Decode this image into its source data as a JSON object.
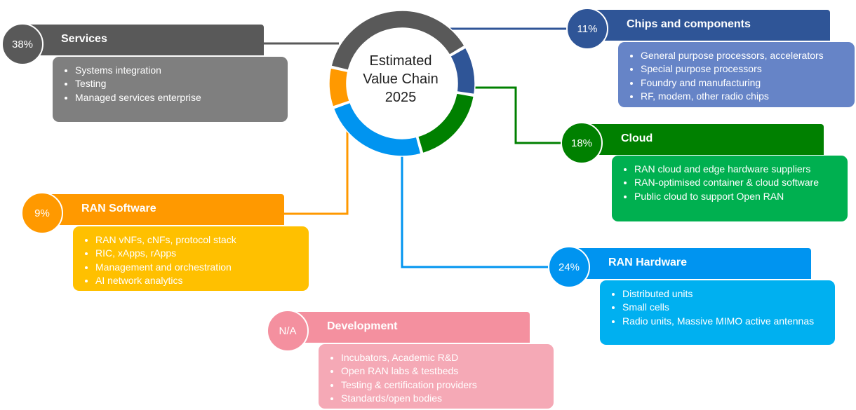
{
  "center": {
    "lines": [
      "Estimated",
      "Value Chain",
      "2025"
    ]
  },
  "colors": {
    "services": "#595959",
    "chips": "#2F5597",
    "cloud": "#008000",
    "hardware": "#0094F0",
    "software": "#FF9900",
    "development": "#F4909F"
  },
  "chart_data": {
    "type": "pie",
    "title": "Estimated Value Chain 2025",
    "categories": [
      "Services",
      "Chips and components",
      "Cloud",
      "RAN Hardware",
      "RAN Software"
    ],
    "values": [
      38,
      11,
      18,
      24,
      9
    ],
    "unit": "%"
  },
  "segments": [
    {
      "name": "Services",
      "value": 38,
      "color": "#595959"
    },
    {
      "name": "Chips and components",
      "value": 11,
      "color": "#2F5597"
    },
    {
      "name": "Cloud",
      "value": 18,
      "color": "#008000"
    },
    {
      "name": "RAN Hardware",
      "value": 24,
      "color": "#0094F0"
    },
    {
      "name": "RAN Software",
      "value": 9,
      "color": "#FF9900"
    }
  ],
  "services": {
    "pct": "38%",
    "title": "Services",
    "items": [
      "Systems integration",
      "Testing",
      "Managed services enterprise"
    ]
  },
  "chips": {
    "pct": "11%",
    "title": "Chips and components",
    "items": [
      "General purpose processors, accelerators",
      "Special purpose processors",
      "Foundry and manufacturing",
      "RF, modem, other radio chips"
    ]
  },
  "cloud": {
    "pct": "18%",
    "title": "Cloud",
    "items": [
      "RAN cloud and edge hardware suppliers",
      "RAN-optimised container & cloud software",
      "Public cloud to support Open RAN"
    ]
  },
  "software": {
    "pct": "9%",
    "title": "RAN Software",
    "items": [
      "RAN vNFs, cNFs, protocol stack",
      "RIC, xApps, rApps",
      "Management and orchestration",
      "AI network analytics"
    ]
  },
  "hardware": {
    "pct": "24%",
    "title": "RAN Hardware",
    "items": [
      "Distributed units",
      "Small cells",
      "Radio units, Massive MIMO active antennas"
    ]
  },
  "development": {
    "pct": "N/A",
    "title": "Development",
    "items": [
      "Incubators, Academic R&D",
      "Open RAN labs & testbeds",
      "Testing & certification providers",
      "Standards/open bodies"
    ]
  }
}
